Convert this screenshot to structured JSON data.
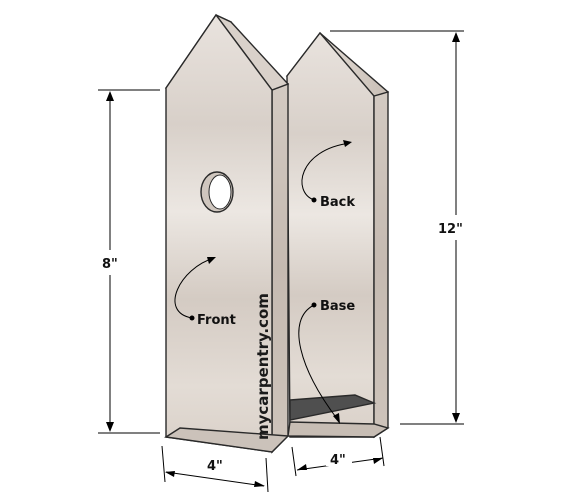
{
  "diagram": {
    "dimensions": {
      "left_height": "8\"",
      "right_height": "12\"",
      "front_width": "4\"",
      "side_width": "4\""
    },
    "labels": {
      "front": "Front",
      "back": "Back",
      "base": "Base"
    },
    "watermark": "mycarpentry.com",
    "colors": {
      "wood_light": "#e6dfd9",
      "wood_shade": "#cfc6be",
      "wood_dark": "#b9aea5",
      "edge": "#2a2a2a",
      "base_floor": "#555555"
    }
  }
}
